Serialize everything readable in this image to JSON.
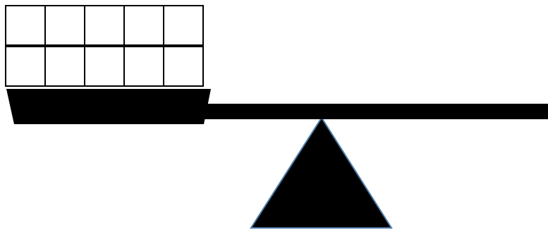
{
  "diagram": {
    "type": "balance-scale",
    "tray_stack": {
      "rows": 2,
      "columns": 5,
      "total_cubes": 10
    },
    "colors": {
      "background": "#ffffff",
      "beam": "#000000",
      "tray": "#000000",
      "fulcrum_fill": "#000000",
      "fulcrum_outline": "#4a78a8",
      "cube_fill": "#ffffff",
      "cube_outline": "#000000"
    }
  }
}
